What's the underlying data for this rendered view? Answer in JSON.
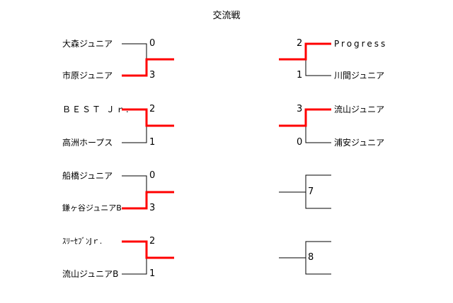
{
  "title": "交流戦",
  "left_matches": [
    {
      "top": "大森ジュニア",
      "top_score": "0",
      "bottom": "市原ジュニア",
      "bottom_score": "3",
      "winner": "bottom"
    },
    {
      "top": "ＢＥＳＴ Ｊｒ.",
      "top_score": "2",
      "bottom": "高洲ホープス",
      "bottom_score": "1",
      "winner": "top"
    },
    {
      "top": "船橋ジュニア",
      "top_score": "0",
      "bottom": "鎌ヶ谷ジュニアB",
      "bottom_score": "3",
      "winner": "bottom"
    },
    {
      "top": "ｽﾘｰｾﾌﾞﾝJｒ.",
      "top_score": "2",
      "bottom": "流山ジュニアB",
      "bottom_score": "1",
      "winner": "top"
    }
  ],
  "right_matches": [
    {
      "top": "Progress",
      "top_score": "2",
      "bottom": "川間ジュニア",
      "bottom_score": "1",
      "winner": "top"
    },
    {
      "top": "流山ジュニア",
      "top_score": "3",
      "bottom": "浦安ジュニア",
      "bottom_score": "0",
      "winner": "top"
    },
    {
      "match_no": "7"
    },
    {
      "match_no": "8"
    }
  ],
  "colors": {
    "winner_line": "#ff0000",
    "line": "#000000"
  }
}
